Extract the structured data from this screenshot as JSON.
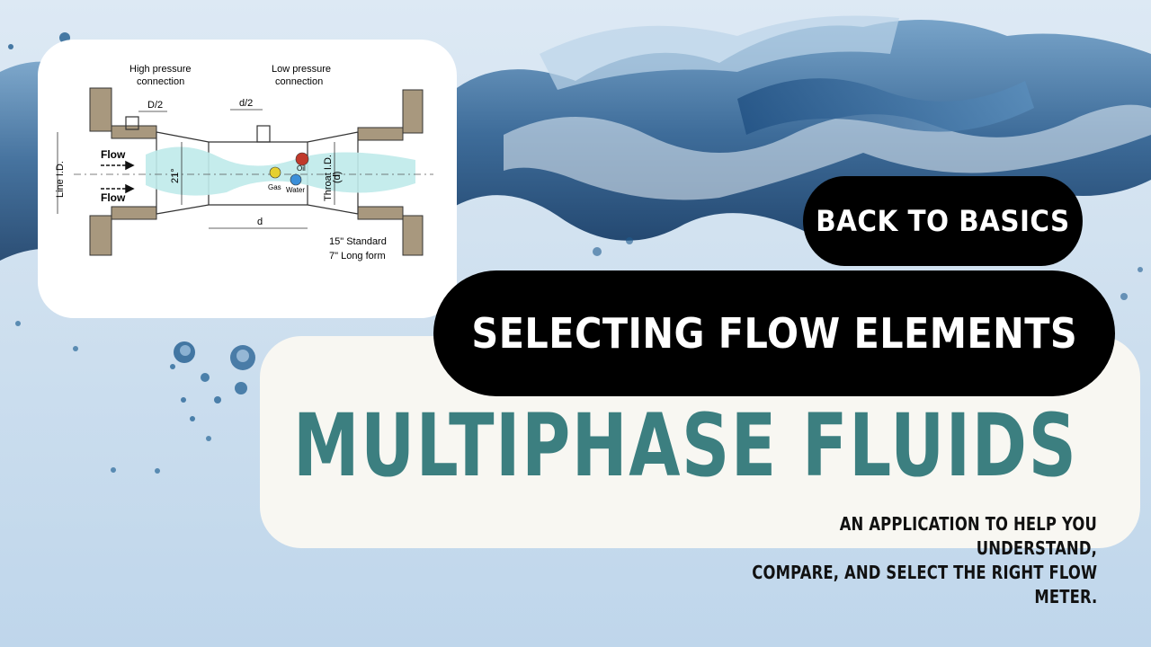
{
  "diagram": {
    "high_pressure_label_1": "High pressure",
    "high_pressure_label_2": "connection",
    "low_pressure_label_1": "Low pressure",
    "low_pressure_label_2": "connection",
    "d_half_upper": "D/2",
    "d_half_lower": "d/2",
    "flow_top": "Flow",
    "flow_bottom": "Flow",
    "angle": "21°",
    "line_id": "Line I.D.",
    "throat_id": "Throat I.D.",
    "throat_d": "(d)",
    "d_label": "d",
    "gas": "Gas",
    "oil": "Oil",
    "water": "Water",
    "standard": "15\" Standard",
    "long_form": "7\" Long form"
  },
  "badges": {
    "back_to_basics": "BACK TO BASICS",
    "selecting": "SELECTING FLOW ELEMENTS"
  },
  "headline": "MULTIPHASE FLUIDS",
  "subtitle": {
    "line1": "AN APPLICATION TO HELP YOU UNDERSTAND,",
    "line2": "COMPARE, AND SELECT THE RIGHT FLOW",
    "line3": "METER."
  },
  "colors": {
    "accent_teal": "#3c7f80",
    "pill_black": "#000000",
    "panel": "#f8f7f2"
  }
}
